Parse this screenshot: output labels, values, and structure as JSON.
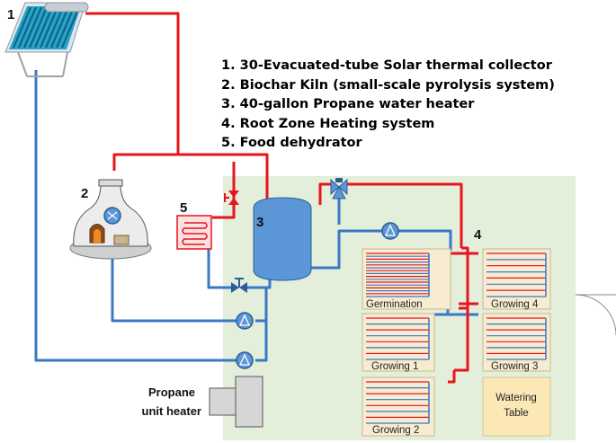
{
  "component_numbers": [
    "1",
    "2",
    "3",
    "4",
    "5"
  ],
  "legend": [
    "1. 30-Evacuated-tube Solar thermal collector",
    "2. Biochar Kiln (small-scale pyrolysis system)",
    "3. 40-gallon Propane water heater",
    "4. Root Zone Heating system",
    "5. Food dehydrator"
  ],
  "zones": {
    "germination": "Germination",
    "growing_1": "Growing 1",
    "growing_2": "Growing 2",
    "growing_3": "Growing 3",
    "growing_4": "Growing 4",
    "watering_table_line1": "Watering",
    "watering_table_line2": "Table"
  },
  "propane_heater": {
    "line1": "Propane",
    "line2": "unit heater"
  },
  "colors": {
    "greenhouse": "#e3eedb",
    "hot_pipe": "#e8141c",
    "cold_pipe": "#3a78c3",
    "tank": "#5b96d6",
    "bench": "#f7ecd2",
    "watering_table": "#fbe8b6"
  }
}
